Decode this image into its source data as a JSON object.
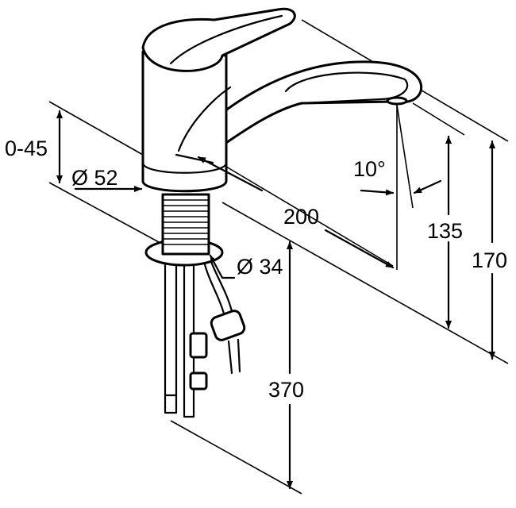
{
  "title": "Faucet dimension drawing",
  "dimensions": {
    "height_adjust": "0-45",
    "body_diameter": "Ø 52",
    "spout_angle": "10°",
    "spout_reach": "200",
    "shank_diameter": "Ø 34",
    "outlet_height": "135",
    "total_height": "170",
    "hose_length": "370"
  }
}
